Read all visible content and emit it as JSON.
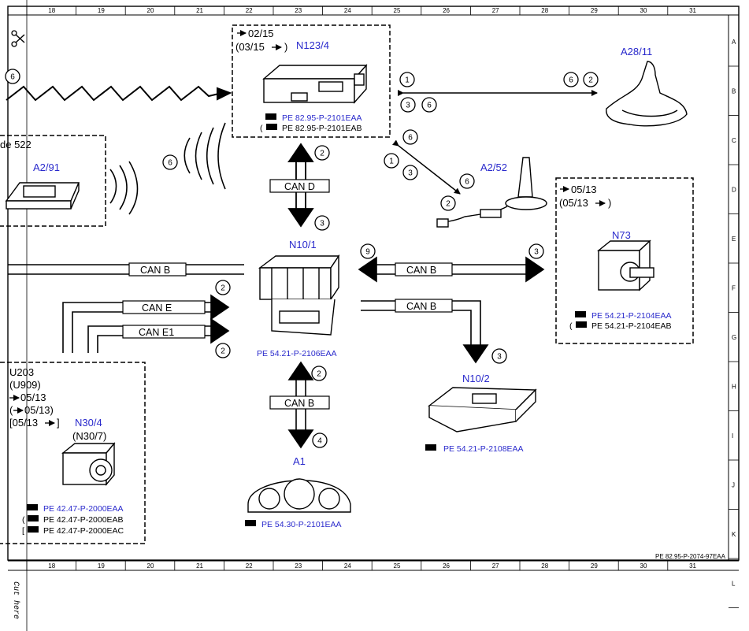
{
  "ruler": {
    "cols": [
      "18",
      "19",
      "20",
      "21",
      "22",
      "23",
      "24",
      "25",
      "26",
      "27",
      "28",
      "29",
      "30",
      "31"
    ],
    "rows": [
      "A",
      "B",
      "C",
      "D",
      "E",
      "F",
      "G",
      "H",
      "I",
      "J",
      "K",
      "L"
    ]
  },
  "doc_code": "PE 82.95-P-2074-97EAA",
  "cut_here": "Cut here",
  "components": {
    "n123_4": {
      "name": "N123/4",
      "from": "02/15",
      "paren": "(03/15",
      "paren_close": ")",
      "ref1": "PE 82.95-P-2101EAA",
      "ref2": "PE 82.95-P-2101EAB"
    },
    "a28_11": {
      "name": "A28/11"
    },
    "a2_91": {
      "name": "A2/91",
      "code_fragment": "de 522"
    },
    "a2_52": {
      "name": "A2/52"
    },
    "n73": {
      "name": "N73",
      "from": "05/13",
      "paren": "(05/13",
      "paren_close": ")",
      "ref1": "PE 54.21-P-2104EAA",
      "ref2": "PE 54.21-P-2104EAB"
    },
    "n10_1": {
      "name": "N10/1",
      "ref": "PE 54.21-P-2106EAA"
    },
    "n10_2": {
      "name": "N10/2",
      "ref": "PE 54.21-P-2108EAA"
    },
    "n30_4": {
      "name": "N30/4",
      "alt_name": "(N30/7)",
      "l1": "U203",
      "l2": "(U909)",
      "l3": "05/13",
      "l4": "(",
      "l4b": "05/13)",
      "l5": "[05/13",
      "l5b": "]",
      "ref1": "PE 42.47-P-2000EAA",
      "ref2": "PE 42.47-P-2000EAB",
      "ref3": "PE 42.47-P-2000EAC"
    },
    "a1": {
      "name": "A1",
      "ref": "PE 54.30-P-2101EAA"
    }
  },
  "buses": {
    "can_d": "CAN D",
    "can_b_left": "CAN B",
    "can_e": "CAN E",
    "can_e1": "CAN E1",
    "can_b_right": "CAN B",
    "can_b_n102": "CAN B",
    "can_b_a1": "CAN B"
  },
  "circles": {
    "c6_left": "6",
    "c6_wave": "6",
    "c1_n123": "1",
    "c3_n123": "3",
    "c6_n123": "6",
    "c6_a28": "6",
    "c2_a28": "2",
    "c2_cand_top": "2",
    "c3_cand_bot": "3",
    "c6_a252_top": "6",
    "c1_a252": "1",
    "c3_a252": "3",
    "c6_a252_bot": "6",
    "c2_a252": "2",
    "c9": "9",
    "c3_n73": "3",
    "c2_cane": "2",
    "c2_cane1": "2",
    "c3_n102": "3",
    "c2_canb_a1": "2",
    "c4_a1": "4"
  },
  "colors": {
    "accent": "#2a2acc",
    "line": "#000000"
  }
}
